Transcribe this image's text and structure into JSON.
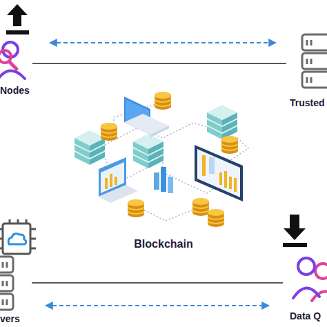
{
  "diagram": {
    "nodes": [
      {
        "text": [
          "Nodes"
        ]
      },
      {
        "text": [
          "Trusted"
        ]
      },
      {
        "text": [
          "vers"
        ]
      },
      {
        "text": [
          "Data Q"
        ]
      }
    ],
    "edges": [
      {
        "from": 0,
        "to": 1,
        "arrow": "both"
      },
      {
        "from": 0,
        "to": 1,
        "arrow": "none"
      },
      {
        "from": 2,
        "to": 3,
        "arrow": "none"
      },
      {
        "from": 2,
        "to": 3,
        "arrow": "both"
      }
    ],
    "labels": [
      "Blockchain"
    ]
  }
}
